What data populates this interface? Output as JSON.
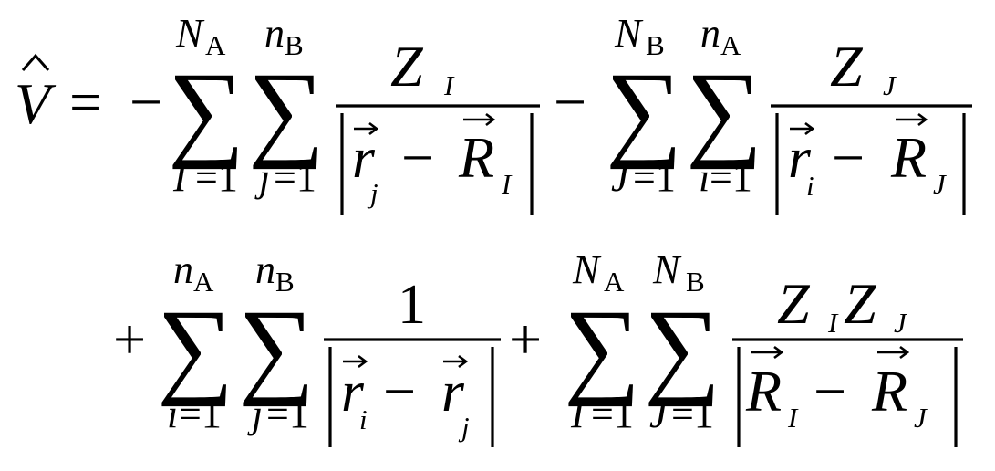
{
  "lhs": {
    "symbol": "V"
  },
  "eq": "=",
  "minus": "−",
  "plus": "+",
  "one": "1",
  "sym": {
    "sum": "∑",
    "Z": "Z",
    "r": "r",
    "R": "R",
    "N": "N",
    "n": "n",
    "I": "I",
    "J": "J",
    "i": "i",
    "j": "j",
    "A": "A",
    "B": "B",
    "eq1": "=1"
  }
}
